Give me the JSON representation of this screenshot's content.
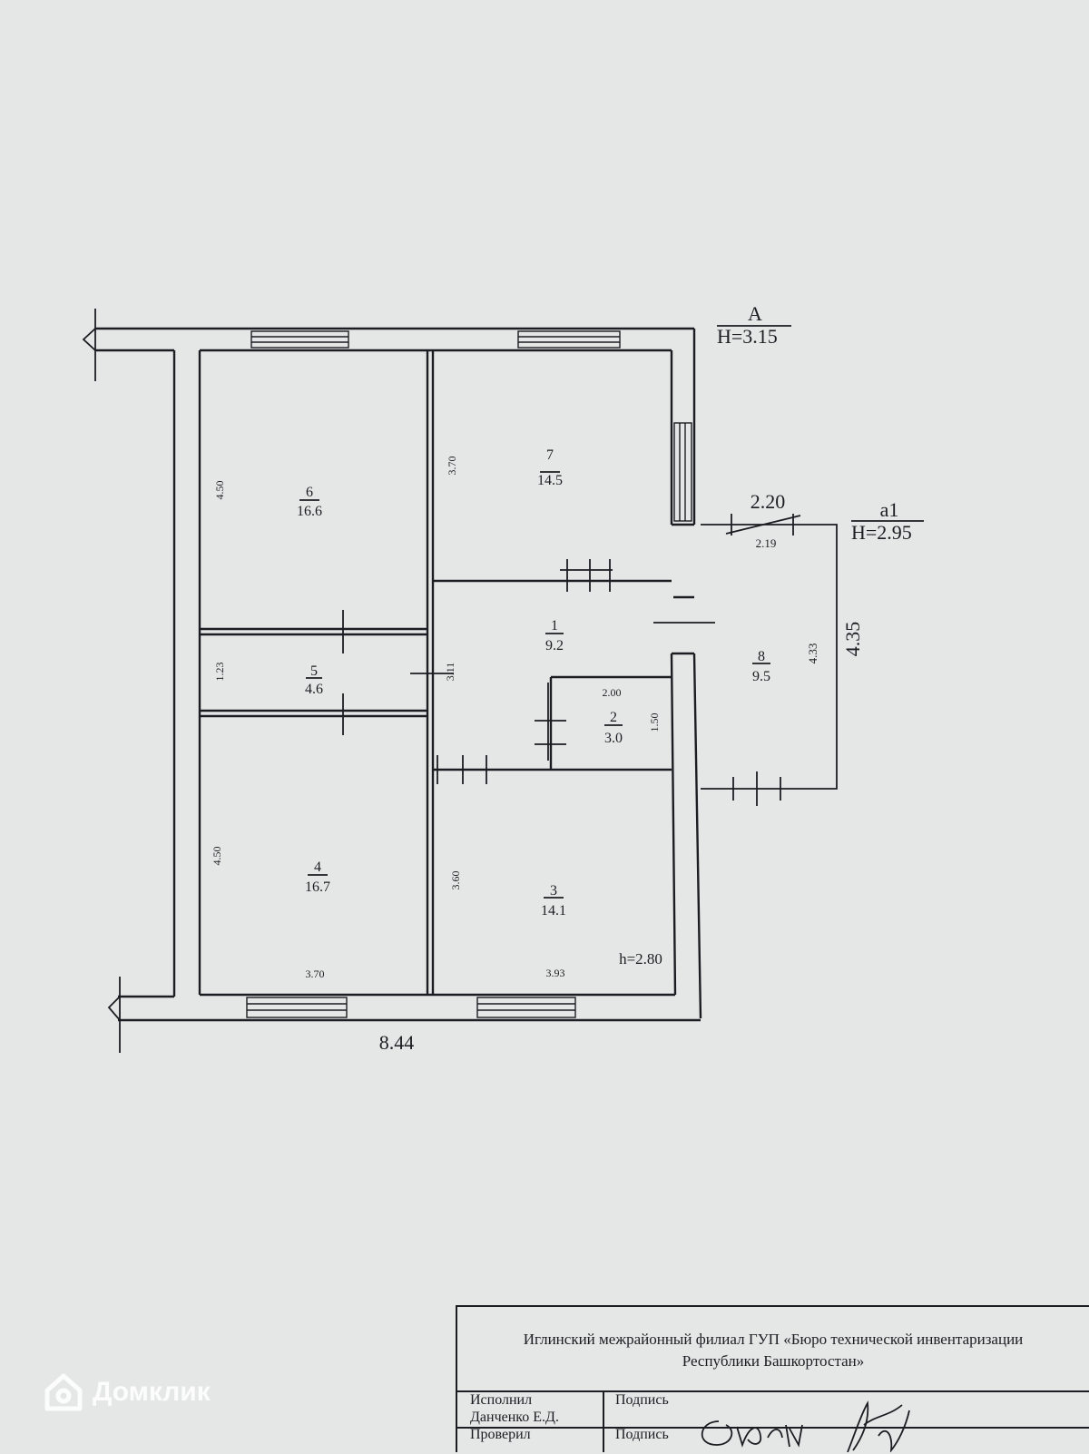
{
  "plan": {
    "section_a": {
      "label": "А",
      "height": "H=3.15"
    },
    "section_a1": {
      "label": "а1",
      "height": "H=2.95"
    },
    "overall_width": "8.44",
    "annex_length": "4.35",
    "annex_width_outer": "2.20",
    "annex_width_inner": "2.19",
    "annex_depth_inner": "4.33",
    "ceiling_height": "h=2.80",
    "rooms": [
      {
        "number": "1",
        "area": "9.2"
      },
      {
        "number": "2",
        "area": "3.0"
      },
      {
        "number": "3",
        "area": "14.1"
      },
      {
        "number": "4",
        "area": "16.7"
      },
      {
        "number": "5",
        "area": "4.6"
      },
      {
        "number": "6",
        "area": "16.6"
      },
      {
        "number": "7",
        "area": "14.5"
      },
      {
        "number": "8",
        "area": "9.5"
      }
    ],
    "dims": {
      "room6_height": "4.50",
      "room5_height": "1.23",
      "room4_height": "4.50",
      "room4_width": "3.70",
      "room7_height": "3.70",
      "room1_height": "3.11",
      "room2_width": "2.00",
      "room2_height": "1.50",
      "room3_height": "3.60",
      "room3_width": "3.93"
    }
  },
  "stamp": {
    "org_line1": "Иглинский межрайонный филиал ГУП «Бюро технической инвентаризации",
    "org_line2": "Республики Башкортостан»",
    "executed_label": "Исполнил",
    "executor_name": "Данченко Е.Д.",
    "signature_label": "Подпись",
    "checked_label": "Проверил",
    "signature_label_2": "Подпись"
  },
  "watermark": {
    "text": "Домклик"
  }
}
